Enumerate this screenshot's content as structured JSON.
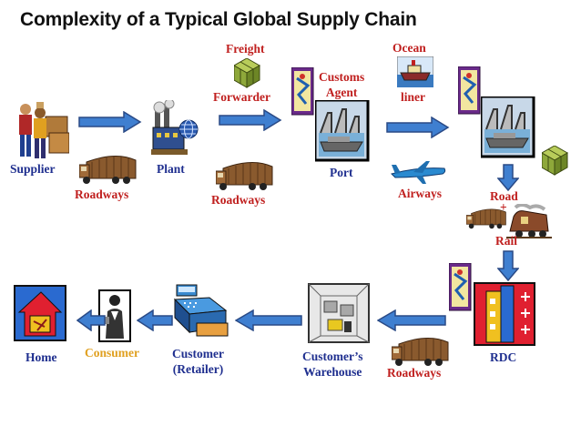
{
  "title": "Complexity of a Typical Global Supply Chain",
  "colors": {
    "node_label": "#1f2f8f",
    "transport_label": "#c0201f",
    "consumer_label": "#e0a020",
    "arrow_fill": "#3f7fd0",
    "arrow_stroke": "#2a4a86"
  },
  "labels": {
    "supplier": "Supplier",
    "plant": "Plant",
    "port": "Port",
    "customs_line1": "Customs",
    "customs_line2": "Agent",
    "rdc": "RDC",
    "customers_warehouse_line1": "Customer’s",
    "customers_warehouse_line2": "Warehouse",
    "customer_retailer_line1": "Customer",
    "customer_retailer_line2": "(Retailer)",
    "consumer": "Consumer",
    "home": "Home"
  },
  "transport": {
    "freight": "Freight",
    "forwarder": "Forwarder",
    "ocean": "Ocean",
    "liner": "liner",
    "roadways": "Roadways",
    "airways": "Airways",
    "road": "Road",
    "plus": "+",
    "rail": "Rail"
  },
  "icons": [
    "suppliers-workers-icon",
    "factory-icon",
    "globe-icon",
    "truck-icon",
    "package-icon",
    "ship-icon",
    "document-icon",
    "port-icon",
    "airplane-icon",
    "train-icon",
    "rdc-building-icon",
    "warehouse-icon",
    "cash-register-icon",
    "consumer-icon",
    "home-icon"
  ]
}
